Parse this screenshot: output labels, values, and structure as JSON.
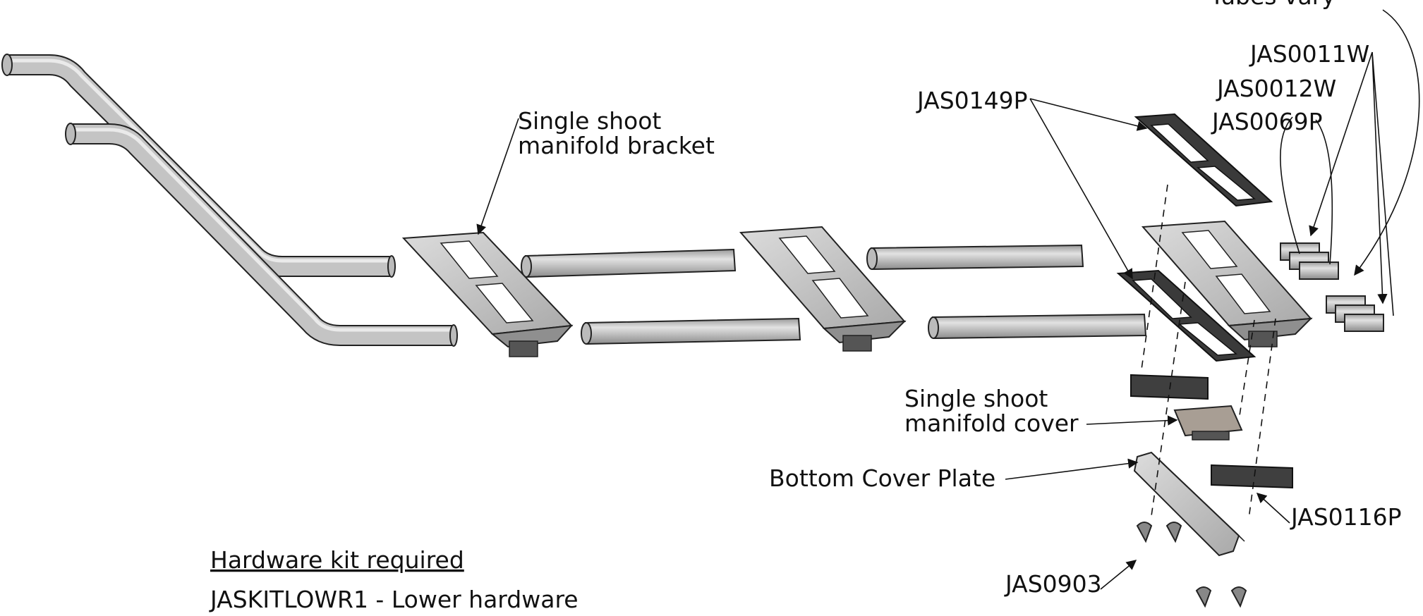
{
  "labels": {
    "tubes_vary": "Tubes vary",
    "jas0011w": "JAS0011W",
    "jas0012w": "JAS0012W",
    "jas0069p": "JAS0069P",
    "jas0149p": "JAS0149P",
    "bracket_line1": "Single shoot",
    "bracket_line2": "manifold bracket",
    "cover_line1": "Single shoot",
    "cover_line2": "manifold cover",
    "bottom_cover_plate": "Bottom Cover Plate",
    "jas0116p": "JAS0116P",
    "jas0903": "JAS0903"
  },
  "hardware": {
    "heading": "Hardware kit required",
    "item": "JASKITLOWR1 - Lower hardware"
  },
  "colors": {
    "tube": "#b8b8b8",
    "plate_light": "#cfcfcf",
    "plate_dark": "#3a3a3a",
    "outline": "#222222"
  }
}
